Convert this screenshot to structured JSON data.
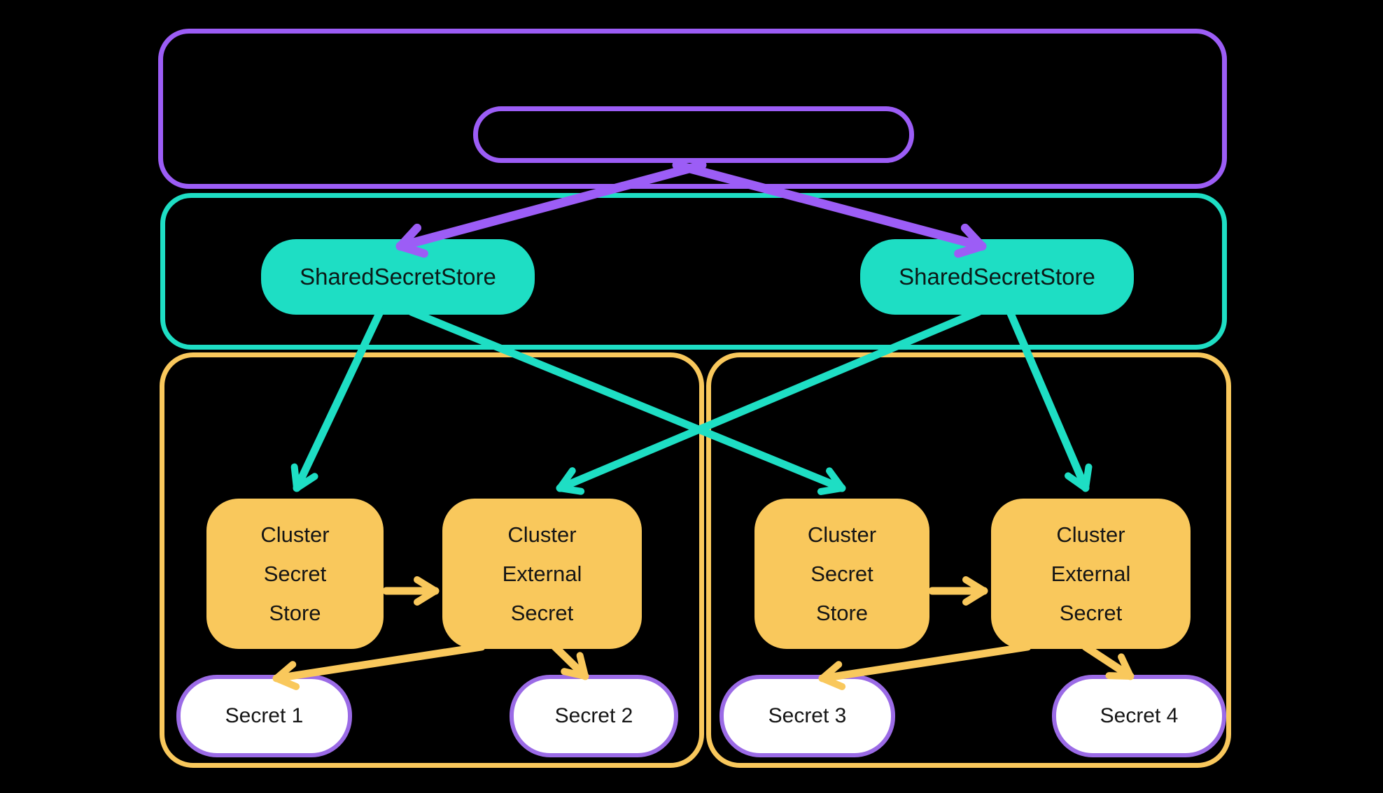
{
  "diagram": {
    "description_visible_text_only": true,
    "colors": {
      "background": "#000000",
      "purple": "#9C5DF6",
      "teal": "#1EDEC4",
      "yellow": "#F9C85C",
      "secret_border_purple": "#9B6BE6",
      "secret_fill": "#FFFFFF",
      "node_text": "#121212"
    },
    "nodes": {
      "shared_secret_store_left": {
        "label": "SharedSecretStore"
      },
      "shared_secret_store_right": {
        "label": "SharedSecretStore"
      },
      "cluster_secret_store_left": {
        "label": "Cluster\nSecret\nStore"
      },
      "cluster_external_secret_left": {
        "label": "Cluster\nExternal\nSecret"
      },
      "cluster_secret_store_right": {
        "label": "Cluster\nSecret\nStore"
      },
      "cluster_external_secret_right": {
        "label": "Cluster\nExternal\nSecret"
      },
      "secret_1": {
        "label": "Secret 1"
      },
      "secret_2": {
        "label": "Secret 2"
      },
      "secret_3": {
        "label": "Secret 3"
      },
      "secret_4": {
        "label": "Secret 4"
      }
    },
    "edges": [
      {
        "from": "top-inner-pill",
        "to": "shared-secret-store-left",
        "color": "purple"
      },
      {
        "from": "top-inner-pill",
        "to": "shared-secret-store-right",
        "color": "purple"
      },
      {
        "from": "shared-secret-store-left",
        "to": "cluster-secret-store-left",
        "color": "teal"
      },
      {
        "from": "shared-secret-store-left",
        "to": "cluster-secret-store-right",
        "color": "teal"
      },
      {
        "from": "shared-secret-store-right",
        "to": "cluster-external-secret-left",
        "color": "teal"
      },
      {
        "from": "shared-secret-store-right",
        "to": "cluster-external-secret-right",
        "color": "teal"
      },
      {
        "from": "cluster-secret-store-left",
        "to": "cluster-external-secret-left",
        "color": "yellow"
      },
      {
        "from": "cluster-secret-store-right",
        "to": "cluster-external-secret-right",
        "color": "yellow"
      },
      {
        "from": "cluster-external-secret-left",
        "to": "secret-1",
        "color": "yellow"
      },
      {
        "from": "cluster-external-secret-left",
        "to": "secret-2",
        "color": "yellow"
      },
      {
        "from": "cluster-external-secret-right",
        "to": "secret-3",
        "color": "yellow"
      },
      {
        "from": "cluster-external-secret-right",
        "to": "secret-4",
        "color": "yellow"
      }
    ]
  }
}
